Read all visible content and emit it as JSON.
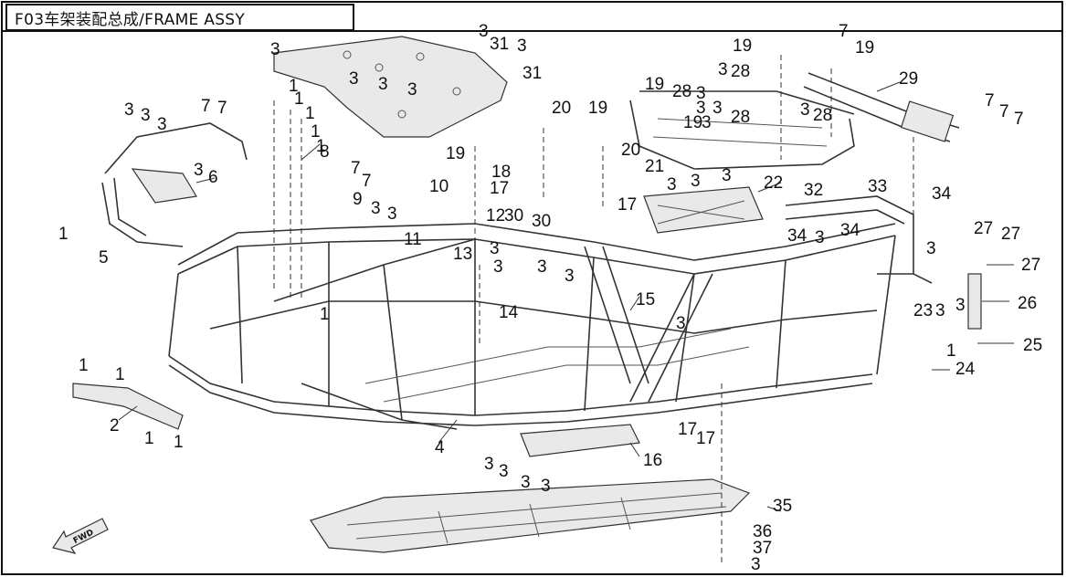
{
  "title": "F03车架装配总成/FRAME ASSY",
  "fwd_label": "FWD",
  "callouts": [
    {
      "id": "c1",
      "text": "3"
    },
    {
      "id": "c2",
      "text": "31"
    },
    {
      "id": "c3",
      "text": "3"
    },
    {
      "id": "c4",
      "text": "3"
    },
    {
      "id": "c5",
      "text": "31"
    },
    {
      "id": "c6",
      "text": "3"
    },
    {
      "id": "c7",
      "text": "3"
    },
    {
      "id": "c8",
      "text": "3"
    },
    {
      "id": "c9",
      "text": "1"
    },
    {
      "id": "c10",
      "text": "1"
    },
    {
      "id": "c11",
      "text": "1"
    },
    {
      "id": "c12",
      "text": "1"
    },
    {
      "id": "c13",
      "text": "1"
    },
    {
      "id": "c14",
      "text": "3"
    },
    {
      "id": "c15",
      "text": "3"
    },
    {
      "id": "c16",
      "text": "3"
    },
    {
      "id": "c17",
      "text": "7"
    },
    {
      "id": "c18",
      "text": "7"
    },
    {
      "id": "c19",
      "text": "8"
    },
    {
      "id": "c20",
      "text": "7"
    },
    {
      "id": "c21",
      "text": "7"
    },
    {
      "id": "c22",
      "text": "3"
    },
    {
      "id": "c23",
      "text": "6"
    },
    {
      "id": "c24",
      "text": "9"
    },
    {
      "id": "c25",
      "text": "3"
    },
    {
      "id": "c26",
      "text": "3"
    },
    {
      "id": "c27",
      "text": "1"
    },
    {
      "id": "c28",
      "text": "5"
    },
    {
      "id": "c29",
      "text": "10"
    },
    {
      "id": "c30",
      "text": "12"
    },
    {
      "id": "c31",
      "text": "30"
    },
    {
      "id": "c32",
      "text": "30"
    },
    {
      "id": "c33",
      "text": "11"
    },
    {
      "id": "c34",
      "text": "13"
    },
    {
      "id": "c35",
      "text": "3"
    },
    {
      "id": "c36",
      "text": "3"
    },
    {
      "id": "c37",
      "text": "3"
    },
    {
      "id": "c38",
      "text": "3"
    },
    {
      "id": "c39",
      "text": "14"
    },
    {
      "id": "c40",
      "text": "1"
    },
    {
      "id": "c41",
      "text": "15"
    },
    {
      "id": "c42",
      "text": "3"
    },
    {
      "id": "c43",
      "text": "20"
    },
    {
      "id": "c44",
      "text": "19"
    },
    {
      "id": "c45",
      "text": "19"
    },
    {
      "id": "c46",
      "text": "20"
    },
    {
      "id": "c47",
      "text": "18"
    },
    {
      "id": "c48",
      "text": "17"
    },
    {
      "id": "c49",
      "text": "17"
    },
    {
      "id": "c50",
      "text": "19"
    },
    {
      "id": "c51",
      "text": "28"
    },
    {
      "id": "c52",
      "text": "3"
    },
    {
      "id": "c53",
      "text": "3"
    },
    {
      "id": "c54",
      "text": "3"
    },
    {
      "id": "c55",
      "text": "19"
    },
    {
      "id": "c56",
      "text": "3"
    },
    {
      "id": "c57",
      "text": "21"
    },
    {
      "id": "c58",
      "text": "3"
    },
    {
      "id": "c59",
      "text": "3"
    },
    {
      "id": "c60",
      "text": "3"
    },
    {
      "id": "c61",
      "text": "22"
    },
    {
      "id": "c62",
      "text": "19"
    },
    {
      "id": "c63",
      "text": "3"
    },
    {
      "id": "c64",
      "text": "28"
    },
    {
      "id": "c65",
      "text": "28"
    },
    {
      "id": "c66",
      "text": "7"
    },
    {
      "id": "c67",
      "text": "19"
    },
    {
      "id": "c68",
      "text": "29"
    },
    {
      "id": "c69",
      "text": "3"
    },
    {
      "id": "c70",
      "text": "28"
    },
    {
      "id": "c71",
      "text": "7"
    },
    {
      "id": "c72",
      "text": "7"
    },
    {
      "id": "c73",
      "text": "7"
    },
    {
      "id": "c74",
      "text": "32"
    },
    {
      "id": "c75",
      "text": "33"
    },
    {
      "id": "c76",
      "text": "34"
    },
    {
      "id": "c77",
      "text": "34"
    },
    {
      "id": "c78",
      "text": "3"
    },
    {
      "id": "c79",
      "text": "34"
    },
    {
      "id": "c80",
      "text": "3"
    },
    {
      "id": "c81",
      "text": "27"
    },
    {
      "id": "c82",
      "text": "27"
    },
    {
      "id": "c83",
      "text": "27"
    },
    {
      "id": "c84",
      "text": "26"
    },
    {
      "id": "c85",
      "text": "23"
    },
    {
      "id": "c86",
      "text": "3"
    },
    {
      "id": "c87",
      "text": "3"
    },
    {
      "id": "c88",
      "text": "25"
    },
    {
      "id": "c89",
      "text": "1"
    },
    {
      "id": "c90",
      "text": "24"
    },
    {
      "id": "c91",
      "text": "1"
    },
    {
      "id": "c92",
      "text": "1"
    },
    {
      "id": "c93",
      "text": "2"
    },
    {
      "id": "c94",
      "text": "1"
    },
    {
      "id": "c95",
      "text": "1"
    },
    {
      "id": "c96",
      "text": "4"
    },
    {
      "id": "c97",
      "text": "3"
    },
    {
      "id": "c98",
      "text": "3"
    },
    {
      "id": "c99",
      "text": "3"
    },
    {
      "id": "c100",
      "text": "3"
    },
    {
      "id": "c101",
      "text": "16"
    },
    {
      "id": "c102",
      "text": "17"
    },
    {
      "id": "c103",
      "text": "17"
    },
    {
      "id": "c104",
      "text": "35"
    },
    {
      "id": "c105",
      "text": "36"
    },
    {
      "id": "c106",
      "text": "37"
    },
    {
      "id": "c107",
      "text": "3"
    }
  ]
}
